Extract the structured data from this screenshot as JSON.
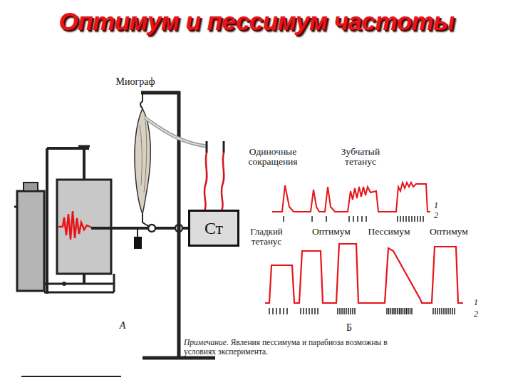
{
  "diagram": {
    "title": "Оптимум и пессимум частоты",
    "nodes": [
      {
        "text": [
          "Ст"
        ]
      }
    ],
    "labels": [
      "Миограф",
      "А",
      "Одиночные сокращения",
      "Зубчатый тетанус",
      "1",
      "2",
      "Гладкий тетанус",
      "Оптимум",
      "Пессимум",
      "Оптимум",
      "1",
      "2",
      "Б",
      "Примечание.",
      "Явления пессимума и парабиоза возможны в условиях эксперимента."
    ]
  }
}
